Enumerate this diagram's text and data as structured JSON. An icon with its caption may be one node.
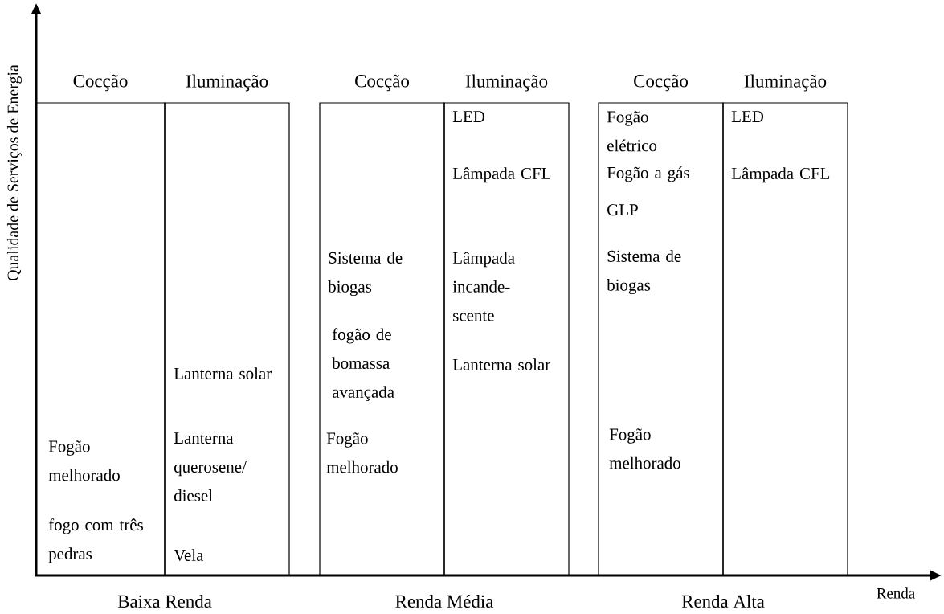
{
  "diagram": {
    "nodes": [
      {
        "text": [
          "Cocção",
          "Fogão melhorado",
          "fogo com três pedras"
        ]
      },
      {
        "text": [
          "Iluminação",
          "Lanterna solar",
          "Lanterna querosene/ diesel",
          "Vela"
        ]
      },
      {
        "text": [
          "Cocção",
          "Sistema de biogas",
          "fogão de bomassa avançada",
          "Fogão melhorado"
        ]
      },
      {
        "text": [
          "Iluminação",
          "LED",
          "Lâmpada CFL",
          "Lâmpada incande- scente",
          "Lanterna solar"
        ]
      },
      {
        "text": [
          "Cocção",
          "Fogão elétrico",
          "Fogão a gás",
          "GLP",
          "Sistema de biogas",
          "Fogão melhorado"
        ]
      },
      {
        "text": [
          "Iluminação",
          "LED",
          "Lâmpada CFL"
        ]
      }
    ],
    "labels": [
      "Qualidade de Serviços de Energia",
      "Baixa Renda",
      "Renda Média",
      "Renda Alta",
      "Renda"
    ]
  }
}
